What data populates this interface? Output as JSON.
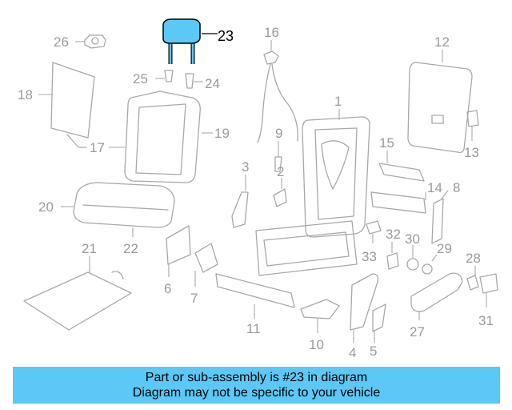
{
  "highlight": {
    "part_number": "23",
    "color": "#5bc8f5",
    "outline": "#000000"
  },
  "labels": {
    "n1": "1",
    "n2": "2",
    "n3": "3",
    "n4": "4",
    "n5": "5",
    "n6": "6",
    "n7": "7",
    "n8": "8",
    "n9": "9",
    "n10": "10",
    "n11": "11",
    "n12": "12",
    "n13": "13",
    "n14": "14",
    "n15": "15",
    "n16": "16",
    "n17": "17",
    "n18": "18",
    "n19": "19",
    "n20": "20",
    "n21": "21",
    "n22": "22",
    "n23": "23",
    "n24": "24",
    "n25": "25",
    "n26": "26",
    "n27": "27",
    "n28": "28",
    "n29": "29",
    "n30": "30",
    "n31": "31",
    "n32": "32",
    "n33": "33"
  },
  "banner": {
    "line1": "Part or sub-assembly is #23 in diagram",
    "line2": "Diagram may not be specific to your vehicle",
    "background": "#5bc8f5"
  }
}
